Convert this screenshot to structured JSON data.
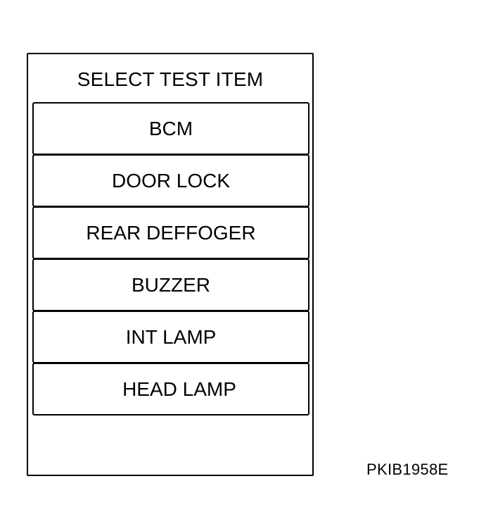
{
  "screen": {
    "title": "SELECT TEST ITEM",
    "items": [
      {
        "label": "BCM"
      },
      {
        "label": "DOOR LOCK"
      },
      {
        "label": "REAR DEFFOGER"
      },
      {
        "label": "BUZZER"
      },
      {
        "label": "INT LAMP"
      },
      {
        "label": "HEAD LAMP"
      }
    ]
  },
  "figure": {
    "reference_code": "PKIB1958E"
  }
}
